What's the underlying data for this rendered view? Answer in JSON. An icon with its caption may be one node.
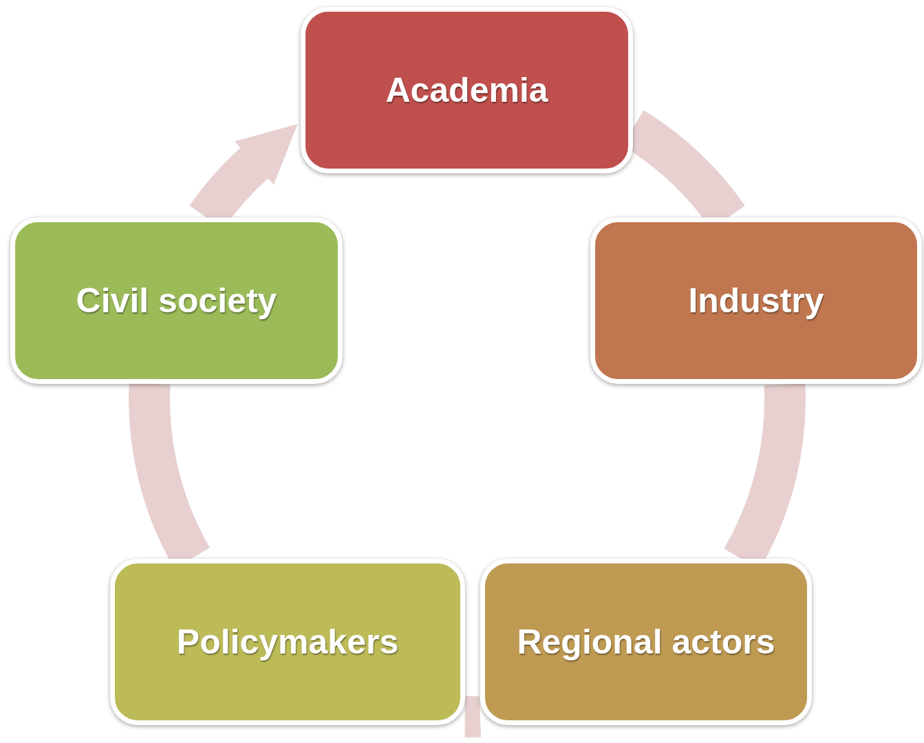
{
  "diagram": {
    "nodes": [
      {
        "text": [
          "Academia"
        ]
      },
      {
        "text": [
          "Industry"
        ]
      },
      {
        "text": [
          "Regional actors"
        ]
      },
      {
        "text": [
          "Policymakers"
        ]
      },
      {
        "text": [
          "Civil society"
        ]
      }
    ],
    "edges": [
      {
        "from": 0,
        "to": 1,
        "arrow": "none"
      },
      {
        "from": 1,
        "to": 2,
        "arrow": "none"
      },
      {
        "from": 2,
        "to": 3,
        "arrow": "none"
      },
      {
        "from": 3,
        "to": 4,
        "arrow": "none"
      },
      {
        "from": 4,
        "to": 0,
        "arrow": "to"
      }
    ]
  }
}
